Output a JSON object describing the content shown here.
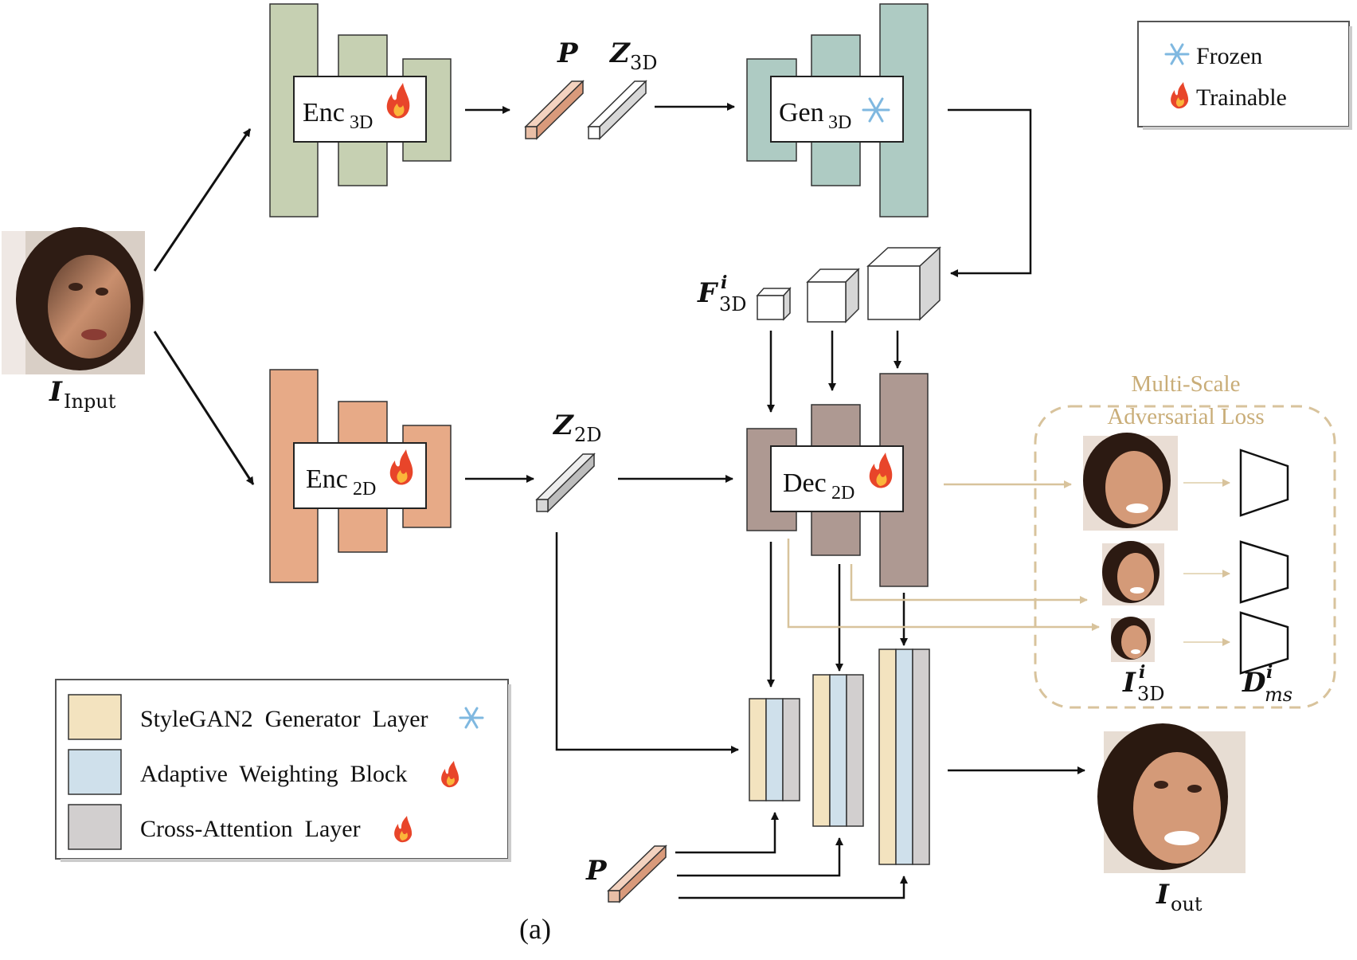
{
  "colors": {
    "enc3d": "#c6d0b2",
    "gen3d": "#aecbc3",
    "enc2d": "#e7aa87",
    "dec2d": "#ae9992",
    "stylegan": "#f3e3bf",
    "awb": "#cfe0eb",
    "cross_attention": "#d2cfcf",
    "loss_gold": "#c9ad78",
    "p_vector": "#e9bfa7",
    "z2d_vector": "#d8d8d8"
  },
  "icons": {
    "frozen": "snowflake-icon",
    "trainable": "flame-icon"
  },
  "input": {
    "label_main": "I",
    "label_sub": "Input"
  },
  "top_branch": {
    "encoder": {
      "main": "Enc",
      "sub": "3D"
    },
    "latent_p": "P",
    "latent_z": {
      "main": "Z",
      "sub": "3D"
    },
    "generator": {
      "main": "Gen",
      "sub": "3D"
    }
  },
  "features_3d": {
    "main": "F",
    "sup": "i",
    "sub": "3D"
  },
  "bottom_branch": {
    "encoder": {
      "main": "Enc",
      "sub": "2D"
    },
    "latent_z": {
      "main": "Z",
      "sub": "2D"
    },
    "decoder": {
      "main": "Dec",
      "sub": "2D"
    },
    "latent_p": "P"
  },
  "status_legend": {
    "items": [
      {
        "label": "Frozen",
        "icon": "snowflake-icon"
      },
      {
        "label": "Trainable",
        "icon": "flame-icon"
      }
    ]
  },
  "layer_legend": {
    "items": [
      {
        "label": "StyleGAN2  Generator  Layer",
        "icon": "snowflake-icon"
      },
      {
        "label": "Adaptive  Weighting  Block",
        "icon": "flame-icon"
      },
      {
        "label": "Cross-Attention  Layer",
        "icon": "flame-icon"
      }
    ]
  },
  "loss": {
    "title_line1": "Multi-Scale",
    "title_line2": "Adversarial Loss",
    "image_label": {
      "main": "I",
      "sup": "i",
      "sub": "3D"
    },
    "disc_label": {
      "main": "D",
      "sup": "i",
      "sub": "ms"
    }
  },
  "output": {
    "label_main": "I",
    "label_sub": "out"
  },
  "caption": "(a)"
}
